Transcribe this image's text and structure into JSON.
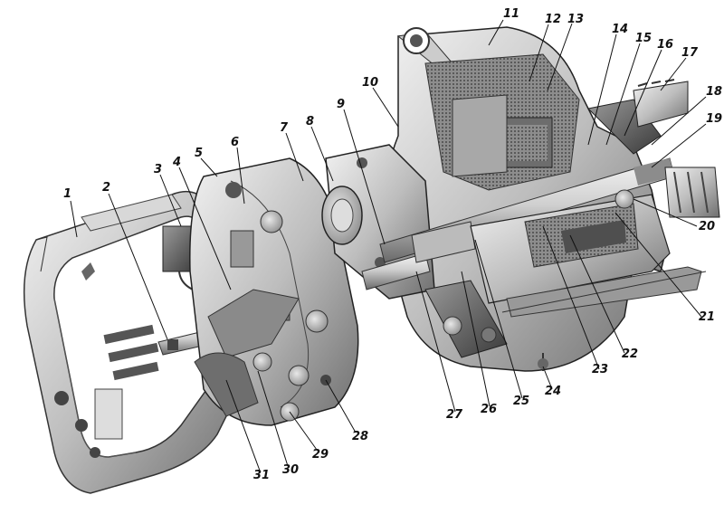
{
  "figure": {
    "description_free": true,
    "callouts": [
      {
        "id": "1"
      },
      {
        "id": "2"
      },
      {
        "id": "3"
      },
      {
        "id": "4"
      },
      {
        "id": "5"
      },
      {
        "id": "6"
      },
      {
        "id": "7"
      },
      {
        "id": "8"
      },
      {
        "id": "9"
      },
      {
        "id": "10"
      },
      {
        "id": "11"
      },
      {
        "id": "12"
      },
      {
        "id": "13"
      },
      {
        "id": "14"
      },
      {
        "id": "15"
      },
      {
        "id": "16"
      },
      {
        "id": "17"
      },
      {
        "id": "18"
      },
      {
        "id": "19"
      },
      {
        "id": "20"
      },
      {
        "id": "21"
      },
      {
        "id": "22"
      },
      {
        "id": "23"
      },
      {
        "id": "24"
      },
      {
        "id": "25"
      },
      {
        "id": "26"
      },
      {
        "id": "27"
      },
      {
        "id": "28"
      },
      {
        "id": "29"
      },
      {
        "id": "30"
      },
      {
        "id": "31"
      }
    ]
  }
}
